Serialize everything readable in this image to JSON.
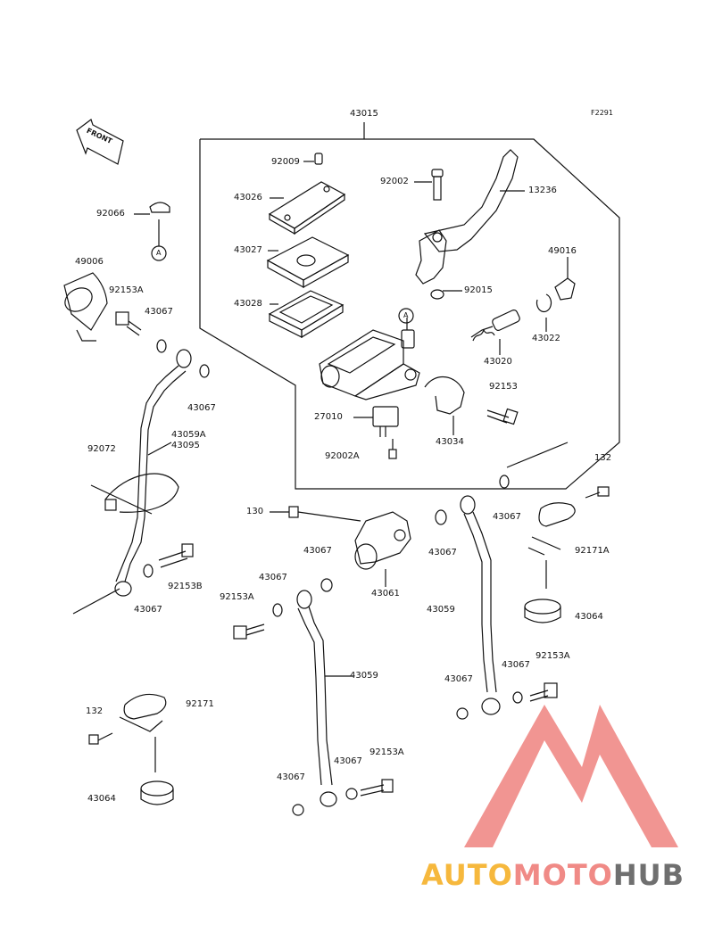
{
  "figure_code": "F2291",
  "front_marker": "FRONT",
  "callout_ref": "A",
  "labels": {
    "l43015": "43015",
    "l92009": "92009",
    "l43026": "43026",
    "l43027": "43027",
    "l43028": "43028",
    "l92002": "92002",
    "l13236": "13236",
    "l49016": "49016",
    "l92015": "92015",
    "l43022": "43022",
    "l43020": "43020",
    "l92153": "92153",
    "l27010": "27010",
    "l43034": "43034",
    "l92002A": "92002A",
    "l92066": "92066",
    "l49006": "49006",
    "l92153A_1": "92153A",
    "l43067_1": "43067",
    "l43067_2": "43067",
    "l43059A": "43059A",
    "l43095": "43095",
    "l92072": "92072",
    "l92153B": "92153B",
    "l43067_3": "43067",
    "l132_1": "132",
    "l43067_4": "43067",
    "l92171A": "92171A",
    "l43064_1": "43064",
    "l130": "130",
    "l43067_5": "43067",
    "l43061": "43061",
    "l43067_6": "43067",
    "l43059_1": "43059",
    "l43067_7": "43067",
    "l92153A_2": "92153A",
    "l43067_8": "43067",
    "l92153A_3": "92153A",
    "l43059_2": "43059",
    "l43067_9": "43067",
    "l43067_10": "43067",
    "l92153A_4": "92153A",
    "l132_2": "132",
    "l92171": "92171",
    "l43064_2": "43064"
  },
  "watermark": {
    "part1": "AUTO",
    "part2": "MOTO",
    "part3": "HUB"
  },
  "colors": {
    "line": "#111111",
    "logo_yellow": "#f6b83d",
    "logo_red": "#f08a86",
    "logo_gray": "#6f6f6f"
  }
}
